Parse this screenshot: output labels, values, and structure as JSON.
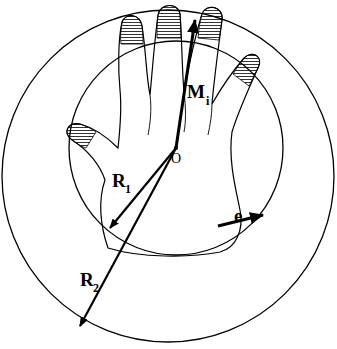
{
  "diagram": {
    "labels": [
      "M",
      "i",
      "R",
      "1",
      "O",
      "e",
      "R",
      "2"
    ]
  }
}
